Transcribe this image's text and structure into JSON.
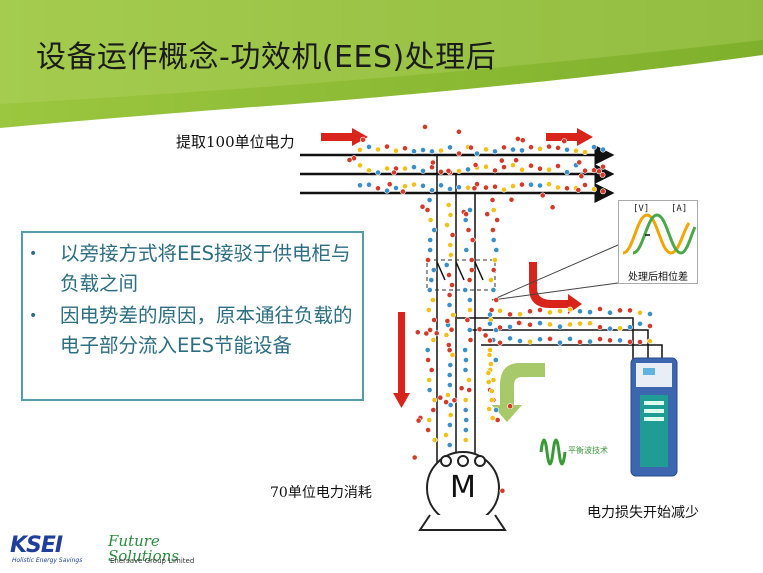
{
  "title": "设备运作概念-功效机(EES)处理后",
  "labels": {
    "input_power": "提取100单位电力",
    "consumption": "70单位电力消耗",
    "reduction": "电力损失开始减少",
    "balance_tech": "平衡波技术",
    "motor": "M"
  },
  "bullets": [
    "以旁接方式将EES接驳于供电柜与负载之间",
    "因电势差的原因，原本通往负载的电子部分流入EES节能设备"
  ],
  "phase_chart": {
    "voltage_label": "[V]",
    "current_label": "[A]",
    "caption": "处理后相位差"
  },
  "logos": {
    "ksei": "KSEI",
    "ksei_tagline": "Holistic Energy Savings",
    "future_solutions": "Future Solutions",
    "future_tagline": "Enersave Group Limited"
  },
  "colors": {
    "title_band": "#94c23c",
    "arrow_red": "#d9241c",
    "electron_blue": "#3b8fc9",
    "electron_yellow": "#f2c018",
    "electron_red": "#d43a2a",
    "green_arrow": "#a7c96a",
    "bullet_text": "#2c6e82"
  }
}
